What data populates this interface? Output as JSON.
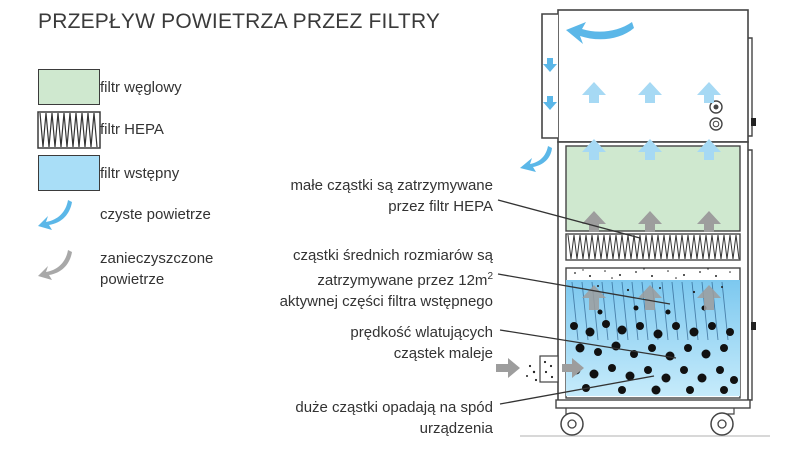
{
  "title": "PRZEPŁYW POWIETRZA PRZEZ FILTRY",
  "legend": {
    "carbon_filter": "filtr węglowy",
    "hepa_filter": "filtr HEPA",
    "pre_filter": "filtr wstępny",
    "clean_air": "czyste powietrze",
    "polluted_air_line1": "zanieczyszczone",
    "polluted_air_line2": "powietrze"
  },
  "annotations": {
    "small_particles_line1": "małe cząstki są zatrzymywane",
    "small_particles_line2": "przez filtr HEPA",
    "medium_particles_line1": "cząstki średnich rozmiarów są",
    "medium_particles_line2_prefix": "zatrzymywane przez 12m",
    "medium_particles_line2_sup": "2",
    "medium_particles_line3": "aktywnej części filtra wstępnego",
    "speed_line1": "prędkość wlatujących",
    "speed_line2": "cząstek maleje",
    "large_particles_line1": "duże cząstki opadają na spód",
    "large_particles_line2": "urządzenia"
  },
  "colors": {
    "carbon": "#cfe8cf",
    "hepa_stroke": "#333333",
    "prefilter": "#a9def7",
    "clean_arrow": "#5bb7e8",
    "polluted_arrow": "#a8a8a8",
    "outline": "#444444"
  }
}
